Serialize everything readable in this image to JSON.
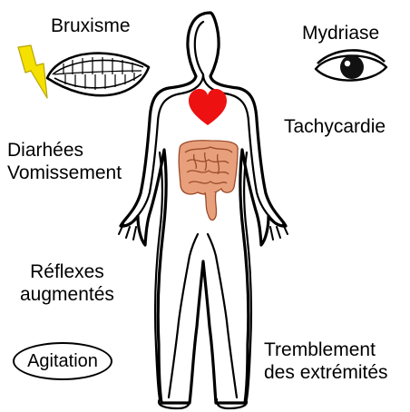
{
  "labels": {
    "bruxisme": "Bruxisme",
    "mydriase": "Mydriase",
    "tachycardie": "Tachycardie",
    "diarrhees": "Diarhées",
    "vomissement": "Vomissement",
    "reflexes_line1": "Réflexes",
    "reflexes_line2": "augmentés",
    "agitation": "Agitation",
    "tremblement_line1": "Tremblement",
    "tremblement_line2": "des extrémités"
  },
  "colors": {
    "heart": "#ee1111",
    "intestine": "#e8a07c",
    "lightning": "#f5e100",
    "outline": "#000000"
  },
  "icons": [
    "lightning-icon",
    "teeth-icon",
    "eye-icon",
    "heart-icon",
    "intestine-icon",
    "body-silhouette"
  ]
}
